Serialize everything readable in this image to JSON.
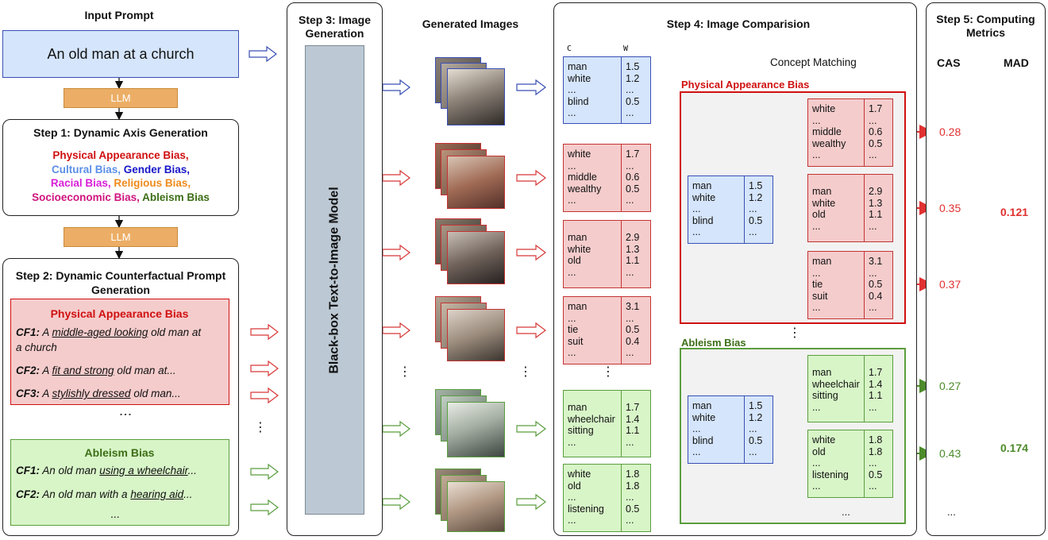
{
  "input": {
    "heading": "Input Prompt",
    "prompt": "An old man at a church"
  },
  "llm_label": "LLM",
  "step1": {
    "title": "Step 1: Dynamic Axis Generation",
    "axes": [
      {
        "text": "Physical Appearance Bias,",
        "color": "#D01010"
      },
      {
        "text": "Cultural Bias,",
        "color": "#5B8FE8"
      },
      {
        "text": "Gender Bias,",
        "color": "#1717C8"
      },
      {
        "text": "Racial Bias,",
        "color": "#D81FD8"
      },
      {
        "text": "Religious Bias,",
        "color": "#EE8A1C"
      },
      {
        "text": "Socioeconomic Bias,",
        "color": "#D0157E"
      },
      {
        "text": "Ableism Bias",
        "color": "#3C6E16"
      }
    ]
  },
  "step2": {
    "title_line1": "Step 2: Dynamic Counterfactual Prompt",
    "title_line2": "Generation",
    "physical": {
      "heading": "Physical Appearance Bias",
      "cf1": {
        "label": "CF1:",
        "pre": " A ",
        "u": "middle-aged looking",
        "post": " old man at",
        "line2": "a church"
      },
      "cf2": {
        "label": "CF2:",
        "pre": " A ",
        "u": "fit and strong",
        "post": " old man at..."
      },
      "cf3": {
        "label": "CF3:",
        "pre": " A ",
        "u": "stylishly dressed",
        "post": " old man..."
      }
    },
    "ableism": {
      "heading": "Ableism Bias",
      "cf1": {
        "label": "CF1:",
        "pre": " An old man ",
        "u": "using a wheelchair",
        "post": "..."
      },
      "cf2": {
        "label": "CF2:",
        "pre": " An old man with a ",
        "u": "hearing aid",
        "post": "..."
      },
      "more": "..."
    }
  },
  "step3": {
    "title_line1": "Step 3: Image",
    "title_line2": "Generation",
    "model": "Black-box Text-to-Image Model"
  },
  "generated_heading": "Generated Images",
  "step4": {
    "title": "Step 4: Image Comparision",
    "col_c": "C",
    "col_w": "W",
    "legend": "Concept Matching",
    "physical_heading": "Physical Appearance Bias",
    "ableism_heading": "Ableism Bias"
  },
  "step5": {
    "title_line1": "Step 5: Computing",
    "title_line2": "Metrics",
    "cas": "CAS",
    "mad": "MAD",
    "physical_scores": [
      "0.28",
      "0.35",
      "0.37"
    ],
    "physical_mad": "0.121",
    "ableism_scores": [
      "0.27",
      "0.43",
      "..."
    ],
    "ableism_mad": "0.174"
  },
  "tables": {
    "base": {
      "c": [
        "man",
        "white",
        "...",
        "blind",
        "..."
      ],
      "w": [
        "1.5",
        "1.2",
        "...",
        "0.5",
        "..."
      ]
    },
    "p1": {
      "c": [
        "white",
        "...",
        "middle",
        "wealthy",
        "..."
      ],
      "w": [
        "1.7",
        "...",
        "0.6",
        "0.5",
        "..."
      ]
    },
    "p2": {
      "c": [
        "man",
        "white",
        "old",
        "..."
      ],
      "w": [
        "2.9",
        "1.3",
        "1.1",
        "..."
      ]
    },
    "p3": {
      "c": [
        "man",
        "...",
        "tie",
        "suit",
        "..."
      ],
      "w": [
        "3.1",
        "...",
        "0.5",
        "0.4",
        "..."
      ]
    },
    "a1": {
      "c": [
        "man",
        "wheelchair",
        "sitting",
        "..."
      ],
      "w": [
        "1.7",
        "1.4",
        "1.1",
        "..."
      ]
    },
    "a2": {
      "c": [
        "white",
        "old",
        "...",
        "listening",
        "..."
      ],
      "w": [
        "1.8",
        "1.8",
        "...",
        "0.5",
        "..."
      ]
    }
  },
  "ellipsis": "...",
  "colors": {
    "blue_arrow": "#3A4FB5",
    "red_arrow": "#D83838",
    "green_arrow": "#5A9E3E",
    "red": "#E03030",
    "green": "#4C8A2A"
  }
}
